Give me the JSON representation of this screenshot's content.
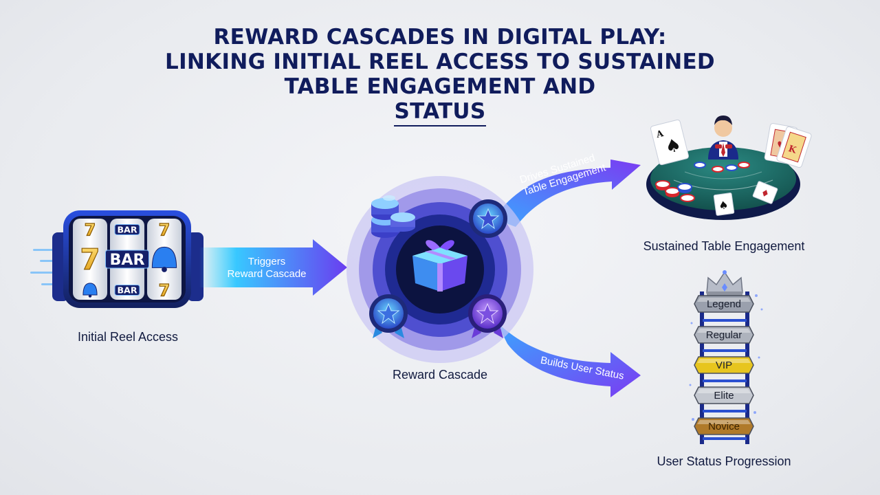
{
  "title": {
    "line1": "REWARD CASCADES IN DIGITAL PLAY:",
    "line2": "LINKING INITIAL REEL ACCESS TO SUSTAINED",
    "line3": "TABLE ENGAGEMENT AND",
    "line4": "STATUS"
  },
  "nodes": {
    "reel": {
      "label": "Initial Reel Access"
    },
    "cascade": {
      "label": "Reward Cascade"
    },
    "table": {
      "label": "Sustained Table Engagement"
    },
    "status": {
      "label": "User Status Progression"
    }
  },
  "arrows": {
    "trigger": {
      "line1": "Triggers",
      "line2": "Reward Cascade"
    },
    "drives": {
      "line1": "Drives Sustained",
      "line2": "Table Engagement"
    },
    "builds": {
      "text": "Builds User Status"
    }
  },
  "slot": {
    "symbols": [
      "7",
      "BAR",
      "7",
      "7",
      "BAR",
      "bell",
      "bell",
      "BAR",
      "7"
    ]
  },
  "status_tiers": [
    {
      "name": "Legend",
      "color": "#9aa0ad"
    },
    {
      "name": "Regular",
      "color": "#aeb3bd"
    },
    {
      "name": "VIP",
      "color": "#e7c51e"
    },
    {
      "name": "Elite",
      "color": "#c4c8d0"
    },
    {
      "name": "Novice",
      "color": "#b07a2a"
    }
  ],
  "colors": {
    "navy": "#101c5c",
    "arrow_start": "#2fd8ff",
    "arrow_end": "#6a3df0",
    "table_felt": "#1f6a66"
  },
  "icons": [
    "slot-machine-icon",
    "gift-box-icon",
    "star-badge-icon",
    "coin-stack-icon",
    "crown-icon",
    "playing-card-icon",
    "dealer-icon",
    "ladder-icon"
  ]
}
